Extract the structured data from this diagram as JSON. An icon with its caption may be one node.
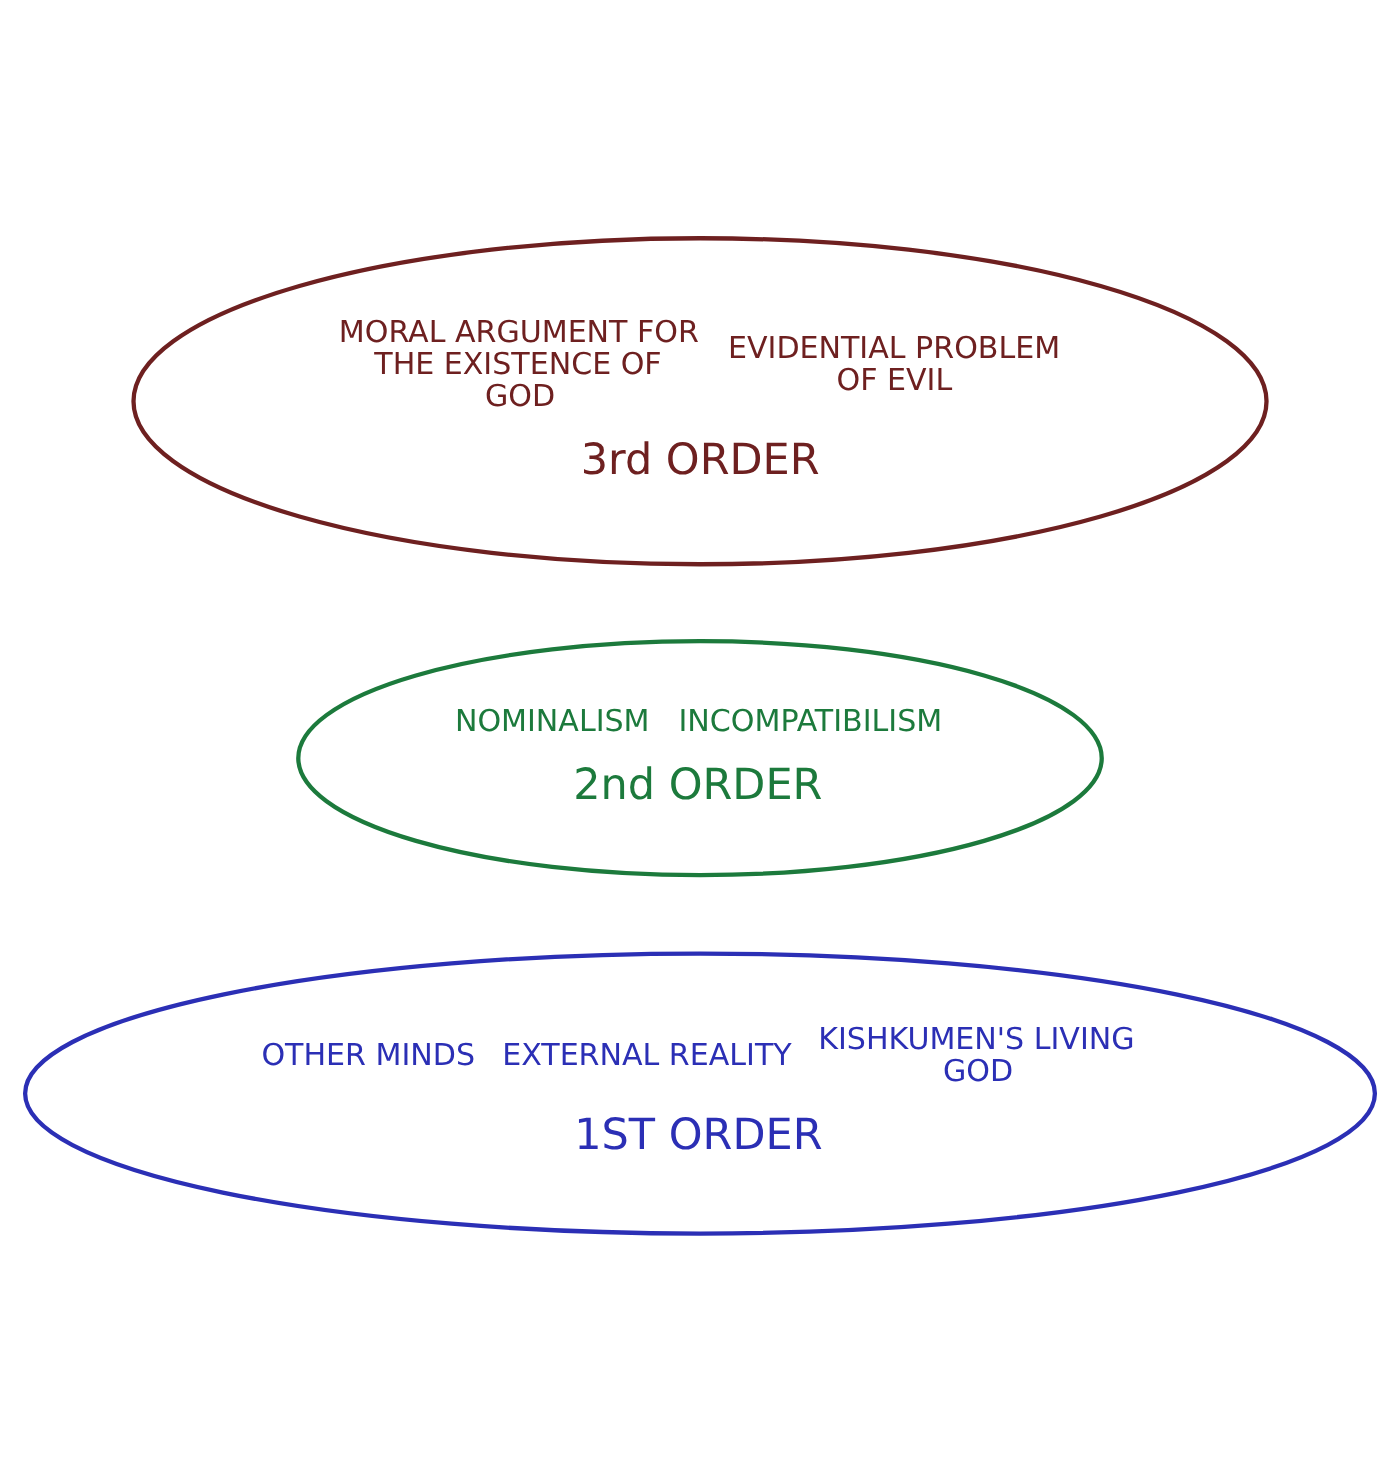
{
  "diagram": {
    "nodes": [
      {
        "text": [
          "OTHER MINDS",
          "EXTERNAL REALITY",
          "KISHKUMEN'S LIVING GOD",
          "1ST ORDER"
        ]
      },
      {
        "text": [
          "NOMINALISM",
          "INCOMPATIBILISM",
          "2nd ORDER"
        ]
      },
      {
        "text": [
          "MORAL ARGUMENT FOR THE EXISTENCE OF GOD",
          "EVIDENTIAL PROBLEM OF EVIL",
          "3rd ORDER"
        ]
      }
    ],
    "edges": []
  }
}
